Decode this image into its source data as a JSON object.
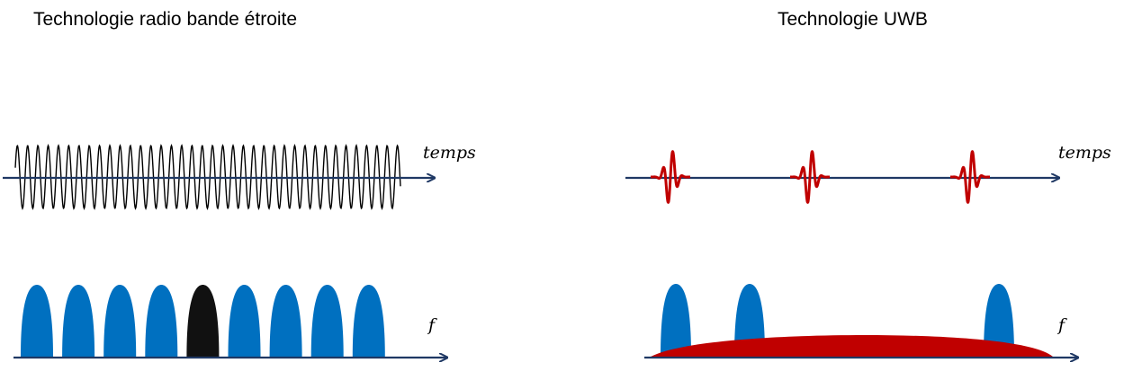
{
  "panels": {
    "narrowband": {
      "title": "Technologie radio bande étroite",
      "time_axis_label": "temps",
      "freq_axis_label": "f",
      "lobe_count": 9,
      "highlighted_lobe_index": 4
    },
    "uwb": {
      "title": "Technologie UWB",
      "time_axis_label": "temps",
      "freq_axis_label": "f",
      "pulse_count": 3,
      "lobe_count": 3
    }
  },
  "colors": {
    "axis": "#1f3864",
    "lobe": "#0070c0",
    "highlighted_lobe": "#111111",
    "pulse": "#c00000",
    "uwb_spectrum": "#c00000",
    "waveform": "#000000"
  }
}
